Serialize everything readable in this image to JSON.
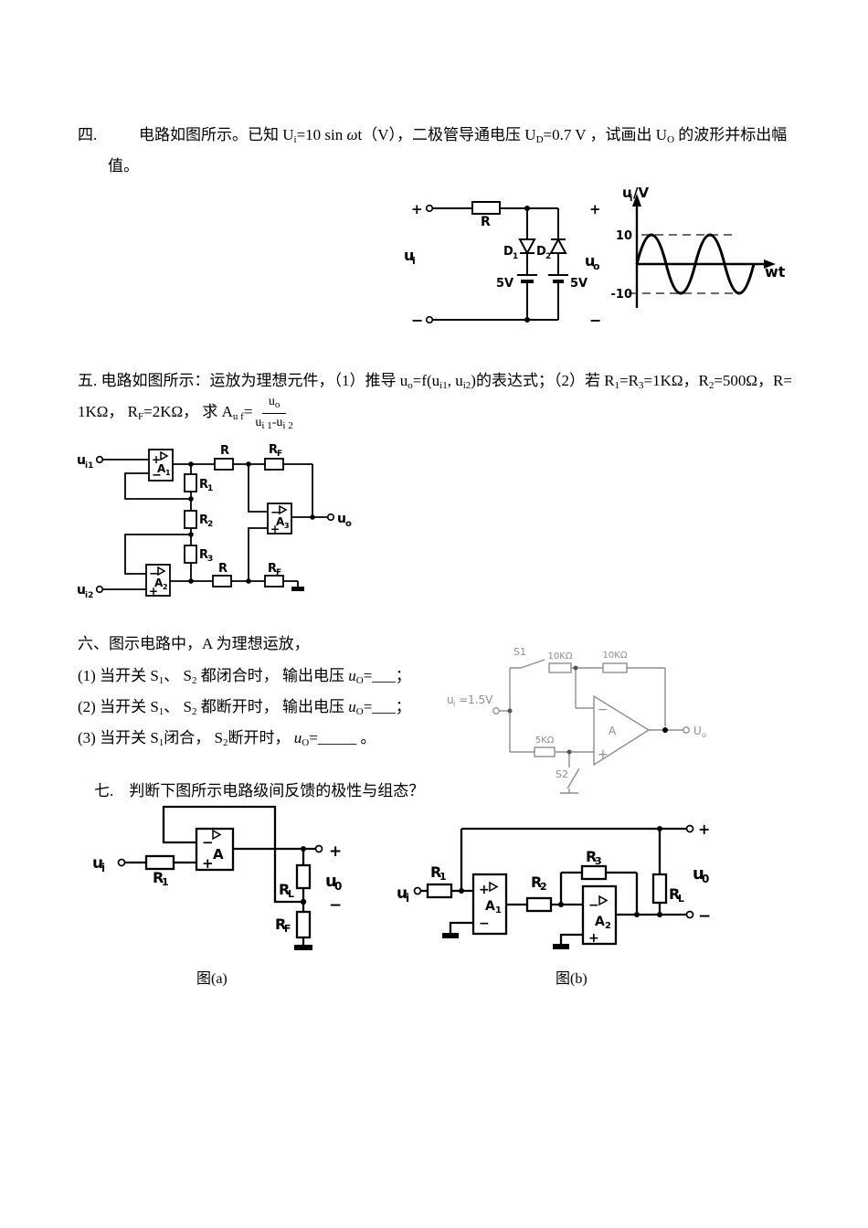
{
  "doc": {
    "q4": {
      "num": "四.",
      "line1": [
        {
          "t": "电路如图所示。已知 U"
        },
        {
          "t": "i",
          "s": "sub"
        },
        {
          "t": "=10 sin "
        },
        {
          "t": "ω",
          "s": "i"
        },
        {
          "t": "t（V），二极管导通电压 U"
        },
        {
          "t": "D",
          "s": "sub"
        },
        {
          "t": "=0.7 V ，试画出 U"
        },
        {
          "t": "O",
          "s": "sub"
        },
        {
          "t": " 的波形并标出幅"
        }
      ],
      "line2": "值。"
    },
    "q5": {
      "line1": [
        {
          "t": "五. 电路如图所示：运放为理想元件，（1）推导 u"
        },
        {
          "t": "o",
          "s": "sub"
        },
        {
          "t": "=f(u"
        },
        {
          "t": "i1",
          "s": "sub"
        },
        {
          "t": ", u"
        },
        {
          "t": "i2",
          "s": "sub"
        },
        {
          "t": ")的表达式；（2）若 R"
        },
        {
          "t": "1",
          "s": "sub"
        },
        {
          "t": "=R"
        },
        {
          "t": "3",
          "s": "sub"
        },
        {
          "t": "=1KΩ，R"
        },
        {
          "t": "2",
          "s": "sub"
        },
        {
          "t": "=500Ω，R="
        }
      ],
      "line2": [
        {
          "t": "1KΩ， R"
        },
        {
          "t": "F",
          "s": "sub"
        },
        {
          "t": "=2KΩ， 求 A"
        },
        {
          "t": "u f",
          "s": "sub"
        },
        {
          "t": "="
        }
      ],
      "frac_num": [
        {
          "t": "u"
        },
        {
          "t": "o",
          "s": "sub"
        }
      ],
      "frac_den": [
        {
          "t": "u"
        },
        {
          "t": "i 1",
          "s": "sub"
        },
        {
          "t": "-u"
        },
        {
          "t": "i 2",
          "s": "sub"
        }
      ]
    },
    "q6": {
      "title": "六、图示电路中，A 为理想运放，",
      "i1": [
        {
          "t": "(1)  当开关 S"
        },
        {
          "t": "1",
          "s": "sub"
        },
        {
          "t": "、 S"
        },
        {
          "t": "2",
          "s": "sub"
        },
        {
          "t": " 都闭合时， 输出电压 "
        },
        {
          "t": "u",
          "s": "i"
        },
        {
          "t": "O",
          "s": "sub"
        },
        {
          "t": "=___；"
        }
      ],
      "i2": [
        {
          "t": "(2)  当开关 S"
        },
        {
          "t": "1",
          "s": "sub"
        },
        {
          "t": "、 S"
        },
        {
          "t": "2",
          "s": "sub"
        },
        {
          "t": " 都断开时， 输出电压 "
        },
        {
          "t": "u",
          "s": "i"
        },
        {
          "t": "O",
          "s": "sub"
        },
        {
          "t": "=___；"
        }
      ],
      "i3": [
        {
          "t": "(3)  当开关 S"
        },
        {
          "t": "1",
          "s": "sub"
        },
        {
          "t": "闭合， S"
        },
        {
          "t": "2",
          "s": "sub"
        },
        {
          "t": "断开时， "
        },
        {
          "t": "u",
          "s": "i"
        },
        {
          "t": "O",
          "s": "sub"
        },
        {
          "t": "=_____ 。"
        }
      ]
    },
    "q7": {
      "title": "七.　判断下图所示电路级间反馈的极性与组态？"
    },
    "captions": {
      "fig_a": "图(a)",
      "fig_b": "图(b)"
    }
  },
  "c4": {
    "plus_in": "+",
    "minus_in": "−",
    "plus_out": "+",
    "minus_out": "−",
    "r_label": "R",
    "d1_base": "D",
    "d1_sub": "1",
    "d2_base": "D",
    "d2_sub": "2",
    "v_left": "5V",
    "v_right": "5V",
    "ui_base": "u",
    "ui_sub": "i",
    "uo_base": "u",
    "uo_sub": "o"
  },
  "w4": {
    "y_base": "u",
    "y_sub": "i",
    "y_rest": "/V",
    "x_label": "wt",
    "tick_pos": "10",
    "tick_neg": "-10"
  },
  "c5": {
    "ui1_base": "u",
    "ui1_sub": "i1",
    "ui2_base": "u",
    "ui2_sub": "i2",
    "a1_base": "A",
    "a1_sub": "1",
    "a2_base": "A",
    "a2_sub": "2",
    "a3_base": "A",
    "a3_sub": "3",
    "r1_base": "R",
    "r1_sub": "1",
    "r2_base": "R",
    "r2_sub": "2",
    "r3_base": "R",
    "r3_sub": "3",
    "r_top": "R",
    "r_bot": "R",
    "rf_base": "R",
    "rf_sub": "F",
    "uo_base": "u",
    "uo_sub": "o",
    "plus": "+",
    "minus": "−"
  },
  "c6": {
    "s1": "S1",
    "s2": "S2",
    "r_in": "10KΩ",
    "r_fb": "10KΩ",
    "r_plus": "5KΩ",
    "ui_base": "u",
    "ui_sub": "i",
    "ui_eq": "=1.5V",
    "amp": "A",
    "uo_base": "U",
    "uo_sub": "o",
    "plus": "+",
    "minus": "−"
  },
  "ca": {
    "ui_base": "u",
    "ui_sub": "i",
    "r1_base": "R",
    "r1_sub": "1",
    "amp": "A",
    "rl_base": "R",
    "rl_sub": "L",
    "rf_base": "R",
    "rf_sub": "F",
    "uo_base": "u",
    "uo_sub": "0",
    "plus": "+",
    "minus": "−",
    "out_plus": "+",
    "out_minus": "−"
  },
  "cb": {
    "ui_base": "u",
    "ui_sub": "i",
    "r1_base": "R",
    "r1_sub": "1",
    "r2_base": "R",
    "r2_sub": "2",
    "r3_base": "R",
    "r3_sub": "3",
    "a1_base": "A",
    "a1_sub": "1",
    "a2_base": "A",
    "a2_sub": "2",
    "rl_base": "R",
    "rl_sub": "L",
    "uo_base": "u",
    "uo_sub": "0",
    "plus": "+",
    "minus": "−",
    "out_plus": "+",
    "out_minus": "−"
  }
}
